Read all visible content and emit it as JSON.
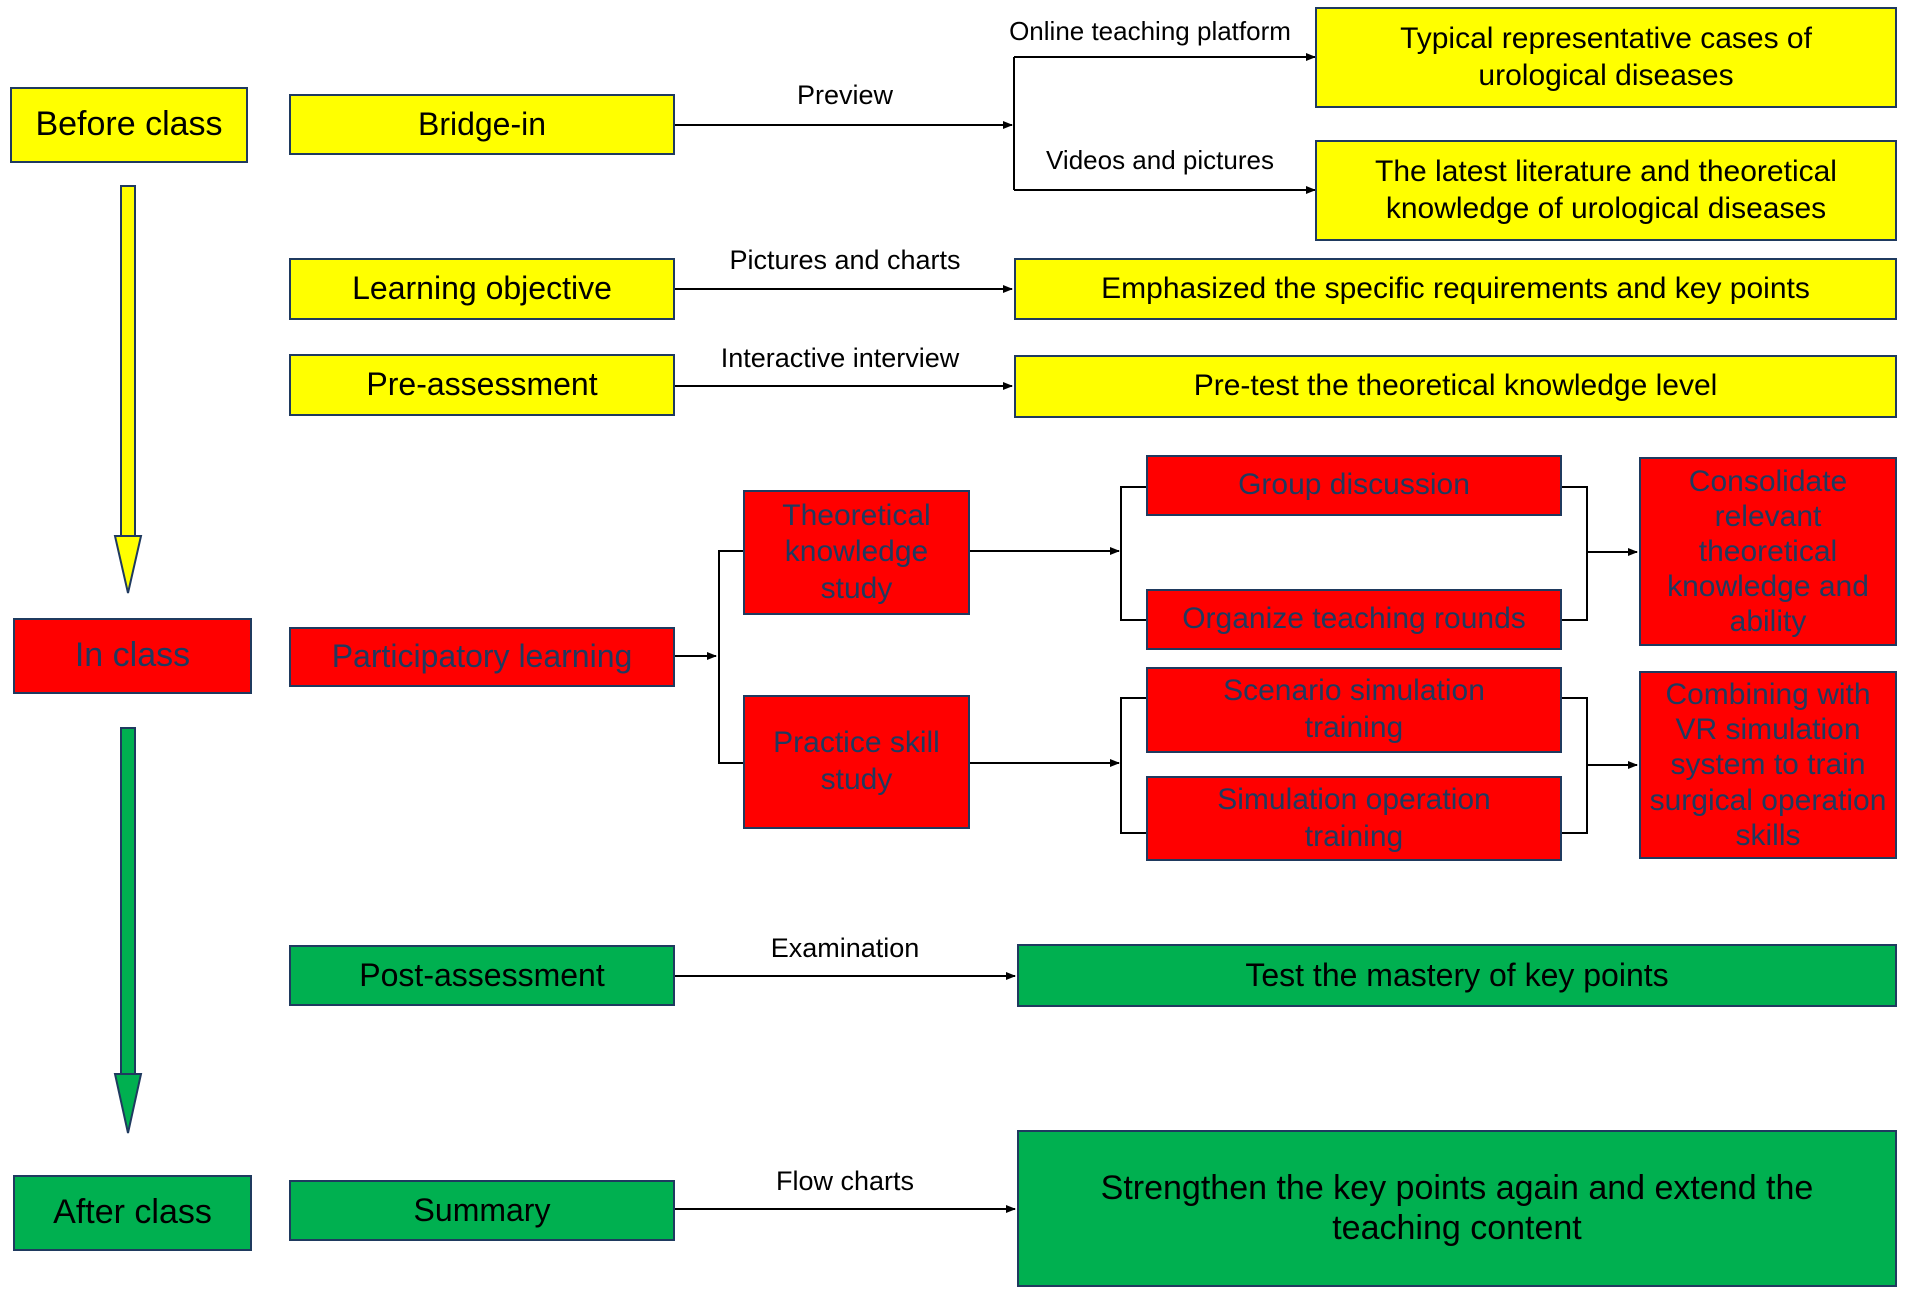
{
  "phases": {
    "before": "Before class",
    "in": "In class",
    "after": "After class"
  },
  "steps": {
    "bridge_in": "Bridge-in",
    "learning_objective": "Learning objective",
    "pre_assessment": "Pre-assessment",
    "participatory_learning": "Participatory learning",
    "post_assessment": "Post-assessment",
    "summary": "Summary"
  },
  "edge_labels": {
    "preview": "Preview",
    "online_platform": "Online teaching platform",
    "videos_pictures": "Videos and pictures",
    "pictures_charts": "Pictures and charts",
    "interactive_interview": "Interactive interview",
    "examination": "Examination",
    "flow_charts": "Flow charts"
  },
  "outcomes": {
    "typical_cases": "Typical representative cases of urological diseases",
    "latest_literature": "The latest literature and theoretical knowledge of urological diseases",
    "emphasized": "Emphasized the specific requirements and key points",
    "pretest": "Pre-test the theoretical knowledge level",
    "test_mastery": "Test the mastery of key points",
    "strengthen": "Strengthen the key points again and extend the teaching content"
  },
  "in_class": {
    "theoretical": "Theoretical knowledge study",
    "practice": "Practice skill study",
    "group_discussion": "Group discussion",
    "teaching_rounds": "Organize teaching rounds",
    "scenario_sim": "Scenario simulation training",
    "sim_operation": "Simulation operation training",
    "consolidate": "Consolidate relevant theoretical knowledge and ability",
    "vr": "Combining with VR simulation system to train surgical operation skills"
  },
  "colors": {
    "before": "#ffff00",
    "in": "#ff0000",
    "after": "#00b050",
    "border": "#1f3a5f"
  }
}
